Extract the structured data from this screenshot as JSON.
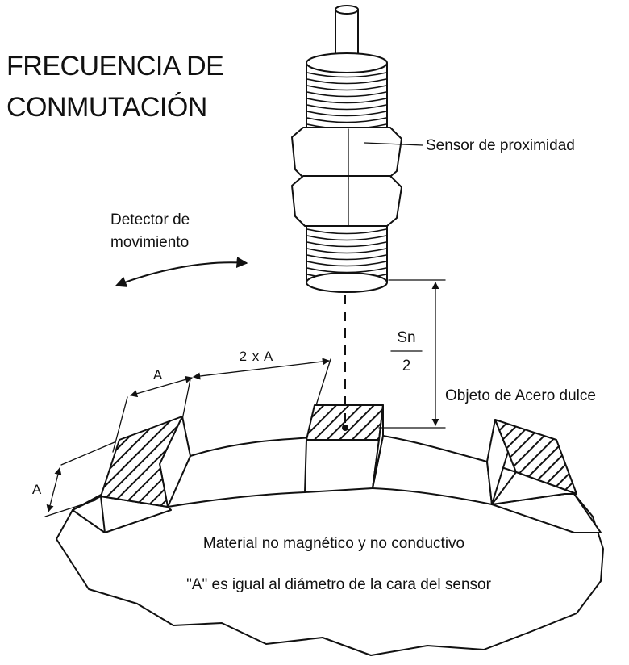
{
  "title": {
    "line1": "FRECUENCIA DE",
    "line2": "CONMUTACIÓN"
  },
  "labels": {
    "sensor": "Sensor de proximidad",
    "motion_line1": "Detector de",
    "motion_line2": "movimiento",
    "target": "Objeto de Acero dulce",
    "gap_numerator": "Sn",
    "gap_denominator": "2",
    "dim_spacing": "2 x A",
    "dim_width": "A",
    "dim_height": "A",
    "material": "Material no magnético y no conductivo",
    "note": "\"A\" es igual al diámetro de la cara del sensor"
  }
}
